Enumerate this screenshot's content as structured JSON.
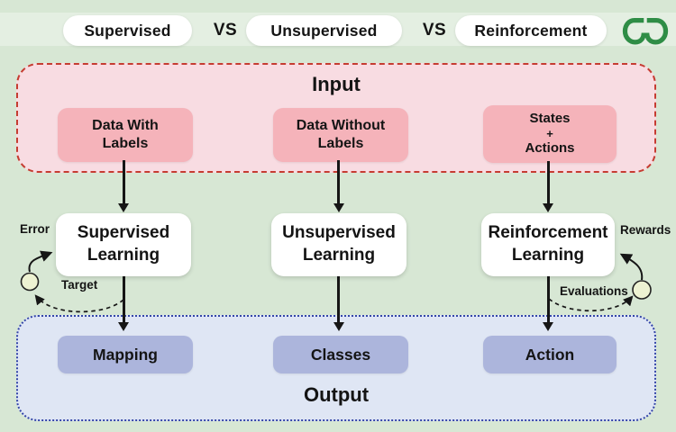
{
  "header": {
    "pills": [
      {
        "label": "Supervised"
      },
      {
        "label": "Unsupervised"
      },
      {
        "label": "Reinforcement"
      }
    ],
    "vs_label": "VS",
    "logo_name": "geeksforgeeks-logo"
  },
  "input_section": {
    "title": "Input",
    "boxes": [
      {
        "lines": [
          "Data With",
          "Labels"
        ]
      },
      {
        "lines": [
          "Data Without",
          "Labels"
        ]
      },
      {
        "lines": [
          "States",
          "+",
          "Actions"
        ]
      }
    ]
  },
  "learning_row": {
    "boxes": [
      {
        "lines": [
          "Supervised",
          "Learning"
        ]
      },
      {
        "lines": [
          "Unsupervised",
          "Learning"
        ]
      },
      {
        "lines": [
          "Reinforcement",
          "Learning"
        ]
      }
    ],
    "annotations": {
      "error": "Error",
      "target": "Target",
      "rewards": "Rewards",
      "evaluations": "Evaluations"
    }
  },
  "output_section": {
    "title": "Output",
    "boxes": [
      {
        "label": "Mapping"
      },
      {
        "label": "Classes"
      },
      {
        "label": "Action"
      }
    ]
  },
  "colors": {
    "background": "#d7e7d4",
    "header_band": "#e4efe2",
    "input_panel_bg": "#f8dce2",
    "input_panel_border": "#c63c32",
    "input_box_bg": "#f5b3ba",
    "output_panel_bg": "#dfe6f4",
    "output_panel_border": "#3446a8",
    "output_box_bg": "#acb5dc",
    "logo_green": "#2f8d46",
    "feedback_node_fill": "#edf2d2",
    "arrow_color": "#161616"
  }
}
